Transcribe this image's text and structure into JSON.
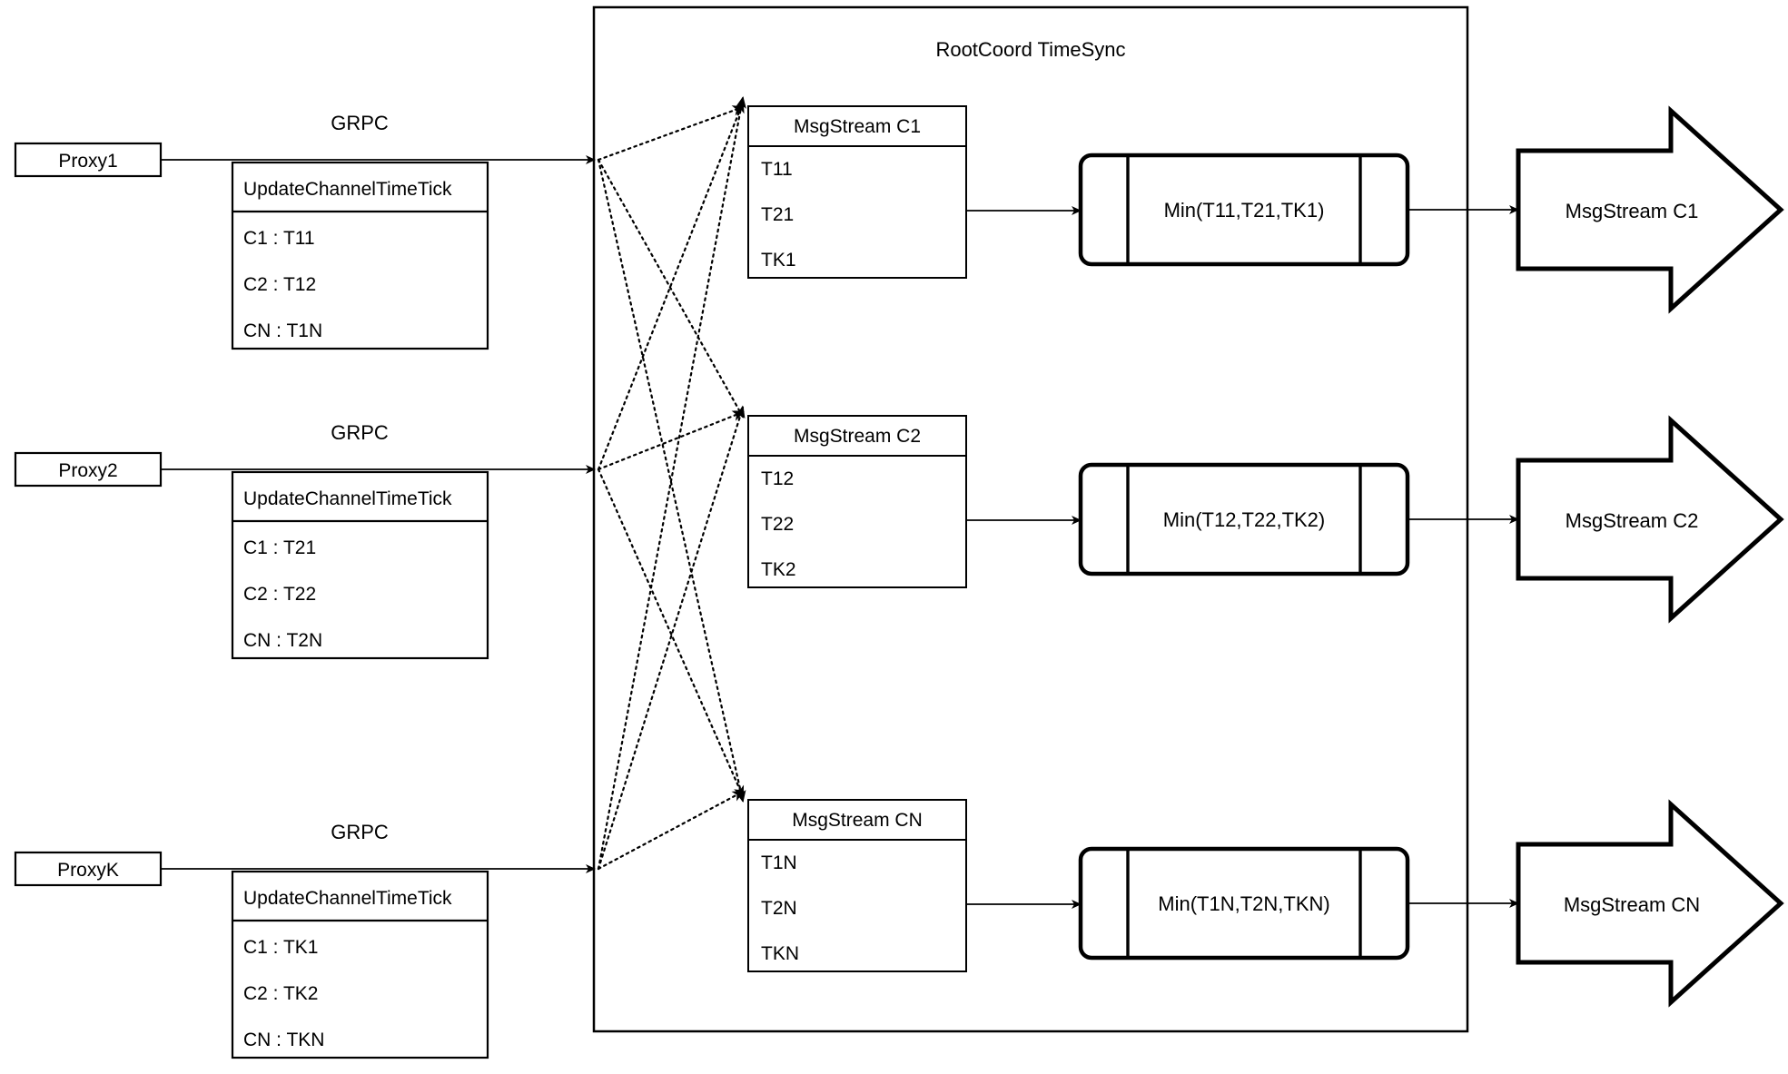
{
  "diagram": {
    "title": "RootCoord TimeSync",
    "container_label": "RootCoord TimeSync",
    "colors": {
      "stroke": "#000000",
      "background": "#ffffff",
      "text": "#000000"
    },
    "link_label": "GRPC",
    "proxies": [
      {
        "name": "Proxy1",
        "link_label": "GRPC",
        "message": {
          "header": "UpdateChannelTimeTick",
          "rows": [
            "C1 :  T11",
            "C2 :  T12",
            "CN : T1N"
          ]
        }
      },
      {
        "name": "Proxy2",
        "link_label": "GRPC",
        "message": {
          "header": "UpdateChannelTimeTick",
          "rows": [
            "C1 :  T21",
            "C2 :  T22",
            "CN : T2N"
          ]
        }
      },
      {
        "name": "ProxyK",
        "link_label": "GRPC",
        "message": {
          "header": "UpdateChannelTimeTick",
          "rows": [
            "C1 :  TK1",
            "C2 :  TK2",
            "CN : TKN"
          ]
        }
      }
    ],
    "channels": [
      {
        "stream": {
          "header": "MsgStream C1",
          "rows": [
            "T11",
            "T21",
            "TK1"
          ]
        },
        "process": "Min(T11,T21,TK1)",
        "output": "MsgStream C1"
      },
      {
        "stream": {
          "header": "MsgStream C2",
          "rows": [
            "T12",
            "T22",
            "TK2"
          ]
        },
        "process": "Min(T12,T22,TK2)",
        "output": "MsgStream C2"
      },
      {
        "stream": {
          "header": "MsgStream CN",
          "rows": [
            "T1N",
            "T2N",
            "TKN"
          ]
        },
        "process": "Min(T1N,T2N,TKN)",
        "output": "MsgStream CN"
      }
    ]
  }
}
